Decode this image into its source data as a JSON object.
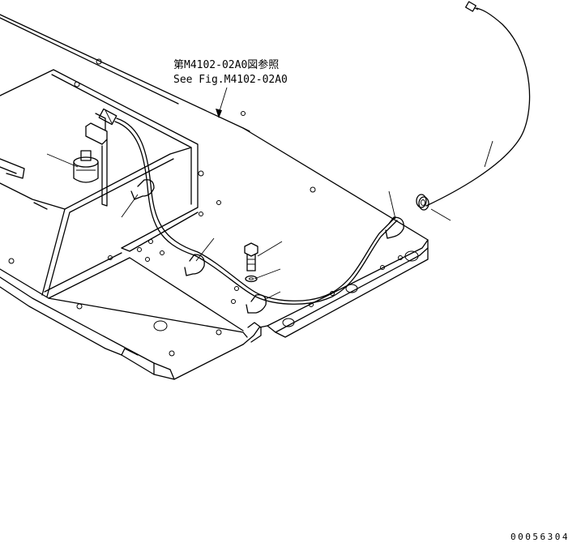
{
  "reference": {
    "line_jp": "第M4102-02A0図参照",
    "line_en": "See Fig.M4102-02A0"
  },
  "drawing_code": "00056304",
  "colors": {
    "line": "#000000",
    "background": "#ffffff"
  }
}
